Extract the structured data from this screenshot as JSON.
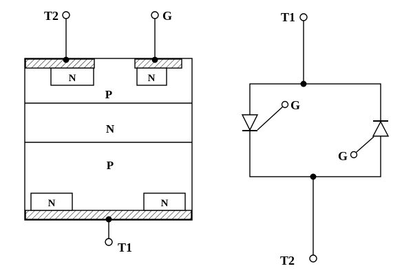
{
  "figure": {
    "background": "#ffffff",
    "line_color": "#000000",
    "structure_diagram": {
      "terminal_t2": "T2",
      "terminal_g": "G",
      "terminal_t1": "T1",
      "layers": {
        "p_top": "P",
        "n_middle": "N",
        "p_bottom": "P"
      },
      "regions": {
        "n_top_left": "N",
        "n_top_right": "N",
        "n_bottom_left": "N",
        "n_bottom_right": "N"
      }
    },
    "equivalent_circuit": {
      "terminal_t1": "T1",
      "terminal_t2": "T2",
      "gate_left": "G",
      "gate_right": "G"
    }
  }
}
